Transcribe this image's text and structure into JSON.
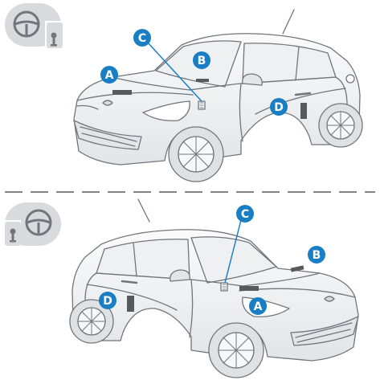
{
  "colors": {
    "callout": "#1a7ec4",
    "car_outline": "#6f767c",
    "car_fill": "#f3f4f5",
    "separator": "#808489",
    "badge_bg": "#d8dadd",
    "label_plate": "#555a5f"
  },
  "top_panel": {
    "icon": "steering-wheel-left-icon",
    "callouts": {
      "a": "A",
      "b": "B",
      "c": "C",
      "d": "D"
    }
  },
  "bottom_panel": {
    "icon": "steering-wheel-right-icon",
    "callouts": {
      "a": "A",
      "b": "B",
      "c": "C",
      "d": "D"
    }
  }
}
